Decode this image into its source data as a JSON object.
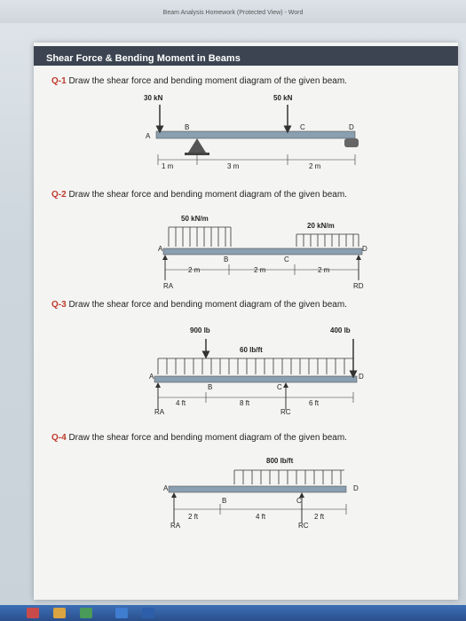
{
  "window": {
    "title": "Beam Analysis Homework (Protected View) - Word"
  },
  "document": {
    "heading": "Shear Force & Bending Moment in Beams",
    "q1": {
      "num": "Q-1",
      "text": "Draw the shear force and bending moment diagram of the given beam.",
      "load1": "30 kN",
      "load2": "50 kN",
      "A": "A",
      "B": "B",
      "C": "C",
      "D": "D",
      "d1": "1 m",
      "d2": "3 m",
      "d3": "2 m"
    },
    "q2": {
      "num": "Q-2",
      "text": "Draw the shear force and bending moment diagram of the given beam.",
      "udl1": "50 kN/m",
      "udl2": "20 kN/m",
      "A": "A",
      "B": "B",
      "C": "C",
      "D": "D",
      "d1": "2 m",
      "d2": "2 m",
      "d3": "2 m",
      "RA": "RA",
      "RD": "RD"
    },
    "q3": {
      "num": "Q-3",
      "text": "Draw the shear force and bending moment diagram of the given beam.",
      "load1": "900 lb",
      "load2": "400 lb",
      "udl": "60 lb/ft",
      "A": "A",
      "B": "B",
      "C": "C",
      "D": "D",
      "d1": "4 ft",
      "d2": "8 ft",
      "d3": "6 ft",
      "RA": "RA",
      "RC": "RC"
    },
    "q4": {
      "num": "Q-4",
      "text": "Draw the shear force and bending moment diagram of the given beam.",
      "udl": "800 lb/ft",
      "A": "A",
      "B": "B",
      "C": "C",
      "D": "D",
      "d1": "2 ft",
      "d2": "4 ft",
      "d3": "2 ft",
      "RA": "RA",
      "RC": "RC"
    }
  },
  "colors": {
    "header_band": "#3b4450",
    "question_number": "#c0392b",
    "beam": "#8a9fb0"
  }
}
